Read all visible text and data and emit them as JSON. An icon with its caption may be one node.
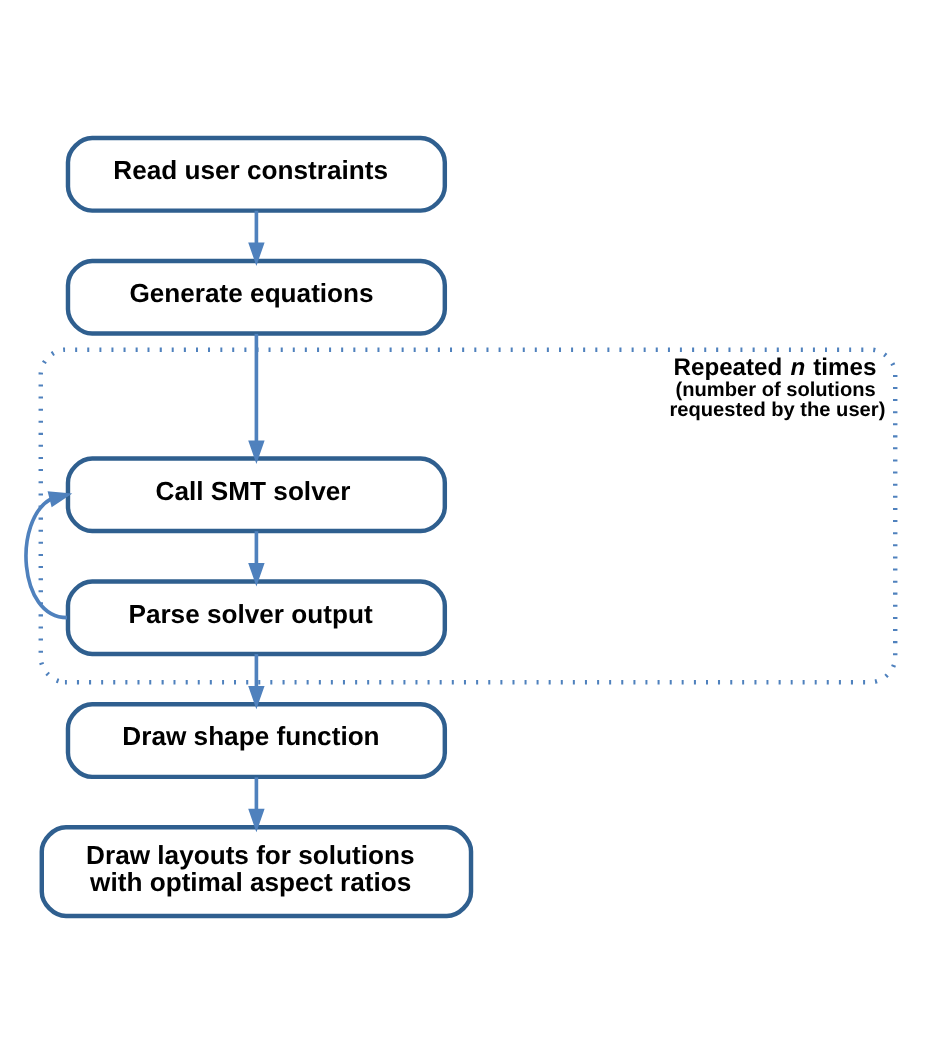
{
  "diagram": {
    "nodes": [
      {
        "text": [
          "Read user constraints"
        ]
      },
      {
        "text": [
          "Generate equations"
        ]
      },
      {
        "text": [
          "Repeated *n* times",
          "(number of solutions requested by the user)"
        ]
      },
      {
        "text": [
          "Call SMT solver"
        ],
        "in": 2
      },
      {
        "text": [
          "Parse solver output"
        ],
        "in": 2
      },
      {
        "text": [
          "Draw shape function"
        ]
      },
      {
        "text": [
          "Draw layouts for solutions with optimal aspect ratios"
        ]
      }
    ],
    "edges": [
      {
        "from": 0,
        "to": 1,
        "arrow": "to"
      },
      {
        "from": 1,
        "to": 3,
        "arrow": "to"
      },
      {
        "from": 3,
        "to": 4,
        "arrow": "to"
      },
      {
        "from": 4,
        "to": 3,
        "arrow": "to"
      },
      {
        "from": 4,
        "to": 5,
        "arrow": "to"
      },
      {
        "from": 5,
        "to": 6,
        "arrow": "to"
      }
    ]
  }
}
